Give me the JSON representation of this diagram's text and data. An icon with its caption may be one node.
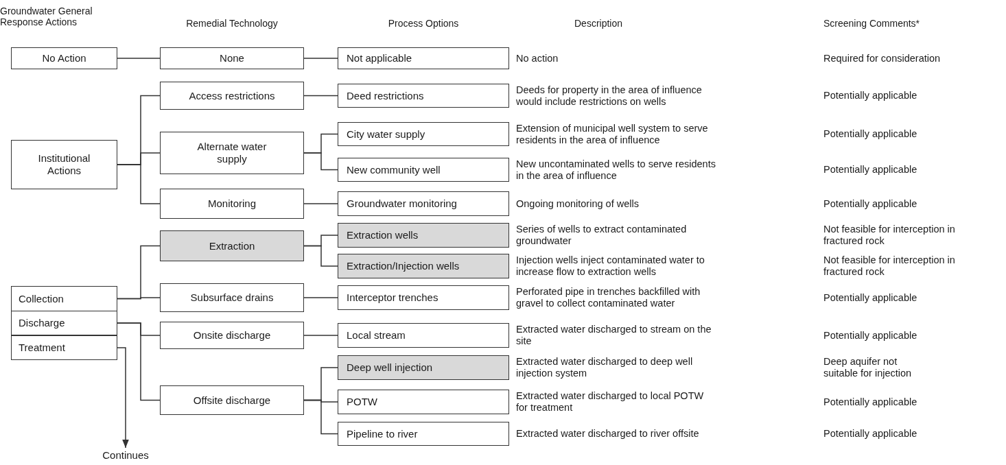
{
  "diagram": {
    "nodes": [
      {
        "text": [
          "No Action"
        ]
      },
      {
        "text": [
          "None"
        ]
      },
      {
        "text": [
          "Not applicable"
        ],
        "beside": [
          "No action"
        ]
      },
      {
        "text": [
          "Access restrictions"
        ]
      },
      {
        "text": [
          "Deed restrictions"
        ],
        "beside": [
          "Deeds for property in the area of influence would include restrictions on wells"
        ]
      },
      {
        "text": [
          "Institutional Actions"
        ]
      },
      {
        "text": [
          "Alternate water supply"
        ]
      },
      {
        "text": [
          "City water supply"
        ],
        "beside": [
          "Extension of municipal well system to serve residents in the area of influence"
        ]
      },
      {
        "text": [
          "New community well"
        ],
        "beside": [
          "New uncontaminated wells to serve residents in the area of influence"
        ]
      },
      {
        "text": [
          "Monitoring"
        ]
      },
      {
        "text": [
          "Groundwater monitoring"
        ],
        "beside": [
          "Ongoing monitoring of wells"
        ]
      },
      {
        "text": [
          "Extraction"
        ]
      },
      {
        "text": [
          "Extraction wells"
        ],
        "beside": [
          "Series of wells to extract contaminated groundwater"
        ]
      },
      {
        "text": [
          "Extraction/Injection wells"
        ],
        "beside": [
          "Injection wells inject contaminated water to increase flow to extraction wells"
        ]
      },
      {
        "text": [
          "Collection"
        ]
      },
      {
        "text": [
          "Subsurface drains"
        ]
      },
      {
        "text": [
          "Interceptor trenches"
        ],
        "beside": [
          "Perforated pipe in trenches backfilled with gravel to collect contaminated water"
        ]
      },
      {
        "text": [
          "Discharge"
        ]
      },
      {
        "text": [
          "Onsite discharge"
        ]
      },
      {
        "text": [
          "Local stream"
        ],
        "beside": [
          "Extracted water discharged to stream on the site"
        ]
      },
      {
        "text": [
          "Treatment"
        ]
      },
      {
        "text": [
          "Deep well injection"
        ],
        "beside": [
          "Extracted water discharged to deep well injection system"
        ]
      },
      {
        "text": [
          "Offsite discharge"
        ]
      },
      {
        "text": [
          "POTW"
        ],
        "beside": [
          "Extracted water discharged to local POTW for treatment"
        ]
      },
      {
        "text": [
          "Pipeline to river"
        ],
        "beside": [
          "Extracted water discharged to river offsite"
        ]
      },
      {
        "text": [
          "Continues"
        ]
      }
    ],
    "edges": [
      {
        "from": 0,
        "to": 1,
        "arrow": "none"
      },
      {
        "from": 1,
        "to": 2,
        "arrow": "none"
      },
      {
        "from": 5,
        "to": 3,
        "arrow": "none"
      },
      {
        "from": 5,
        "to": 6,
        "arrow": "none"
      },
      {
        "from": 5,
        "to": 9,
        "arrow": "none"
      },
      {
        "from": 3,
        "to": 4,
        "arrow": "none"
      },
      {
        "from": 6,
        "to": 7,
        "arrow": "none"
      },
      {
        "from": 6,
        "to": 8,
        "arrow": "none"
      },
      {
        "from": 9,
        "to": 10,
        "arrow": "none"
      },
      {
        "from": 14,
        "to": 11,
        "arrow": "none"
      },
      {
        "from": 14,
        "to": 15,
        "arrow": "none"
      },
      {
        "from": 11,
        "to": 12,
        "arrow": "none"
      },
      {
        "from": 11,
        "to": 13,
        "arrow": "none"
      },
      {
        "from": 15,
        "to": 16,
        "arrow": "none"
      },
      {
        "from": 17,
        "to": 18,
        "arrow": "none"
      },
      {
        "from": 17,
        "to": 22,
        "arrow": "none"
      },
      {
        "from": 18,
        "to": 19,
        "arrow": "none"
      },
      {
        "from": 22,
        "to": 21,
        "arrow": "none"
      },
      {
        "from": 22,
        "to": 23,
        "arrow": "none"
      },
      {
        "from": 22,
        "to": 24,
        "arrow": "none"
      },
      {
        "from": 20,
        "to": 25,
        "arrow": "to"
      }
    ],
    "labels": [
      "Groundwater General Response Actions",
      "Remedial Technology",
      "Process Options",
      "Description",
      "Screening Comments*",
      "Required for consideration",
      "Potentially applicable",
      "Potentially applicable",
      "Potentially applicable",
      "Potentially applicable",
      "Not feasible for interception in fractured rock",
      "Not feasible for interception in fractured rock",
      "Potentially applicable",
      "Potentially applicable",
      "Deep aquifer not suitable for injection",
      "Potentially applicable",
      "Potentially applicable"
    ]
  }
}
